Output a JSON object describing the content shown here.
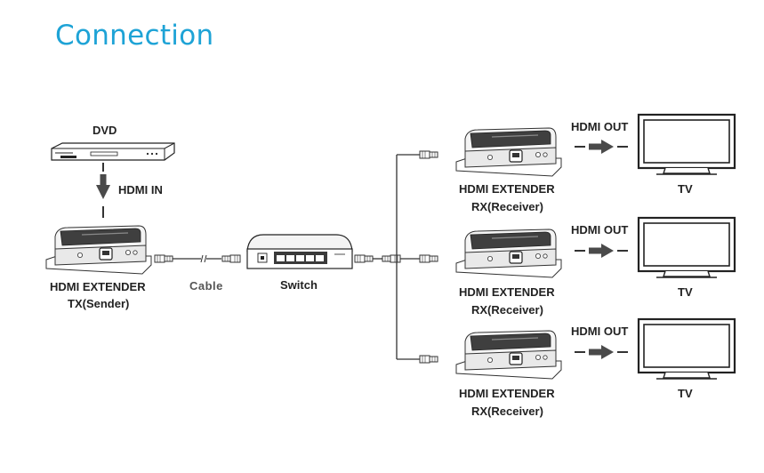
{
  "title": "Connection",
  "labels": {
    "dvd": "DVD",
    "hdmi_in": "HDMI IN",
    "tx_line1": "HDMI EXTENDER",
    "tx_line2": "TX(Sender)",
    "cable": "Cable",
    "switch": "Switch",
    "hdmi_out": "HDMI OUT",
    "rx_line1": "HDMI EXTENDER",
    "rx_line2": "RX(Receiver)",
    "tv": "TV"
  },
  "colors": {
    "title": "#1ea3d6",
    "line": "#333333",
    "arrow": "#4a4a4a",
    "device_fill": "#f2f2f2",
    "device_dark": "#3a3a3a"
  },
  "icons": [
    "dvd-player-icon",
    "hdmi-extender-tx-icon",
    "rj45-connector-icon",
    "network-switch-icon",
    "hdmi-extender-rx-icon",
    "tv-icon",
    "arrow-icon"
  ]
}
